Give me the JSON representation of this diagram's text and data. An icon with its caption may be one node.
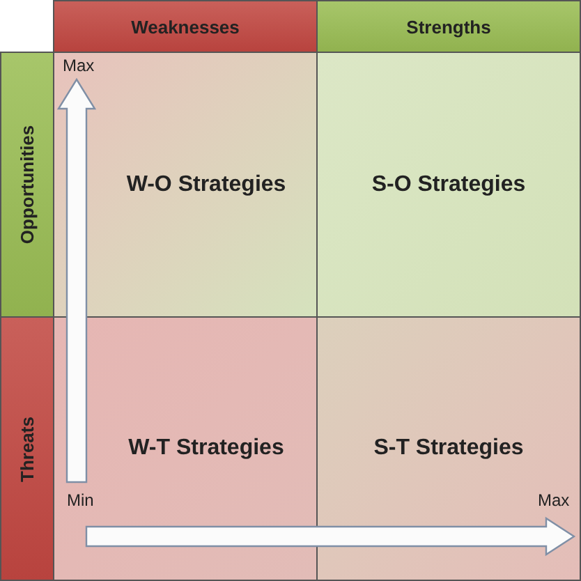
{
  "diagram": {
    "nodes": [
      {
        "text": [
          "Weaknesses"
        ]
      },
      {
        "text": [
          "Strengths"
        ]
      },
      {
        "text": [
          "Opportunities"
        ]
      },
      {
        "text": [
          "W-O Strategies"
        ]
      },
      {
        "text": [
          "S-O Strategies"
        ]
      },
      {
        "text": [
          "Threats"
        ]
      },
      {
        "text": [
          "W-T Strategies"
        ]
      },
      {
        "text": [
          "S-T Strategies"
        ]
      }
    ],
    "edges": [],
    "labels": [
      "Max",
      "Min",
      "Max"
    ]
  }
}
